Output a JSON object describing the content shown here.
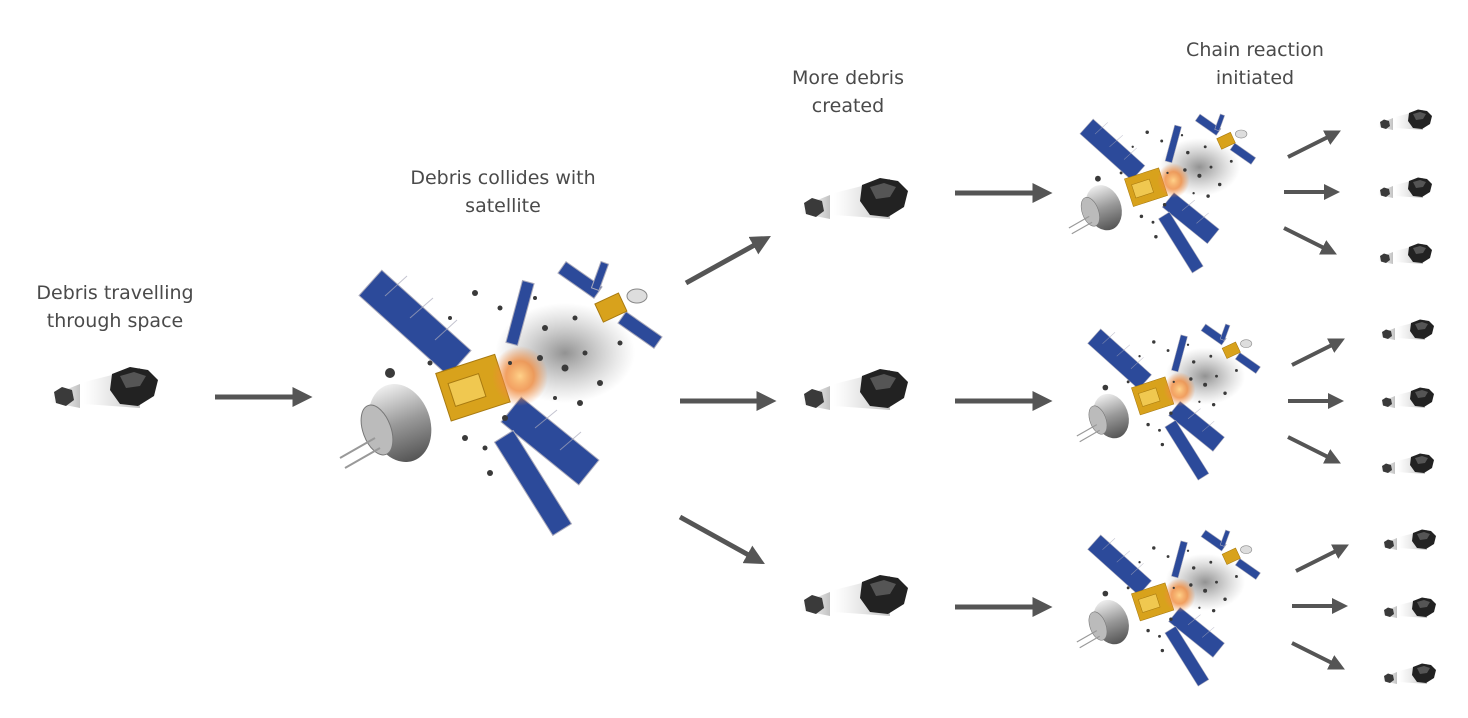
{
  "stages": [
    {
      "label": "Debris travelling\nthrough space"
    },
    {
      "label": "Debris collides with\nsatellite"
    },
    {
      "label": "More debris\ncreated"
    },
    {
      "label": "Chain reaction initiated"
    }
  ],
  "colors": {
    "text": "#4a4a4a",
    "arrow": "#555555",
    "panel": "#2c4a9a",
    "body": "#d8a21c",
    "debris": "#2a2a2a",
    "fire": "#f08a3c"
  },
  "icons": [
    "space-debris-icon",
    "satellite-collision-icon",
    "arrow-icon"
  ]
}
